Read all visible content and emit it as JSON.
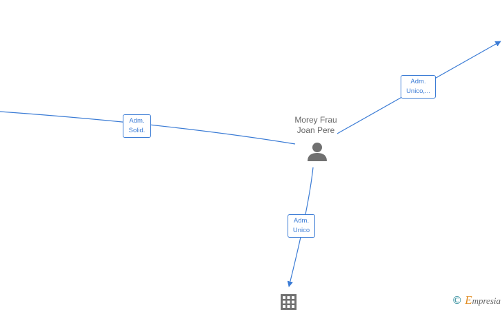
{
  "person": {
    "name_line1": "Morey Frau",
    "name_line2": "Joan Pere",
    "icon": "person-icon"
  },
  "edges": {
    "left": {
      "line1": "Adm.",
      "line2": "Solid."
    },
    "right": {
      "line1": "Adm.",
      "line2": "Unico,..."
    },
    "down": {
      "line1": "Adm.",
      "line2": "Unico"
    }
  },
  "company_icon": "building-icon",
  "watermark": {
    "copyright": "©",
    "brand_initial": "E",
    "brand_rest": "mpresia"
  },
  "colors": {
    "edge": "#3a7bd5",
    "person_icon": "#707070",
    "building_icon": "#707070"
  }
}
